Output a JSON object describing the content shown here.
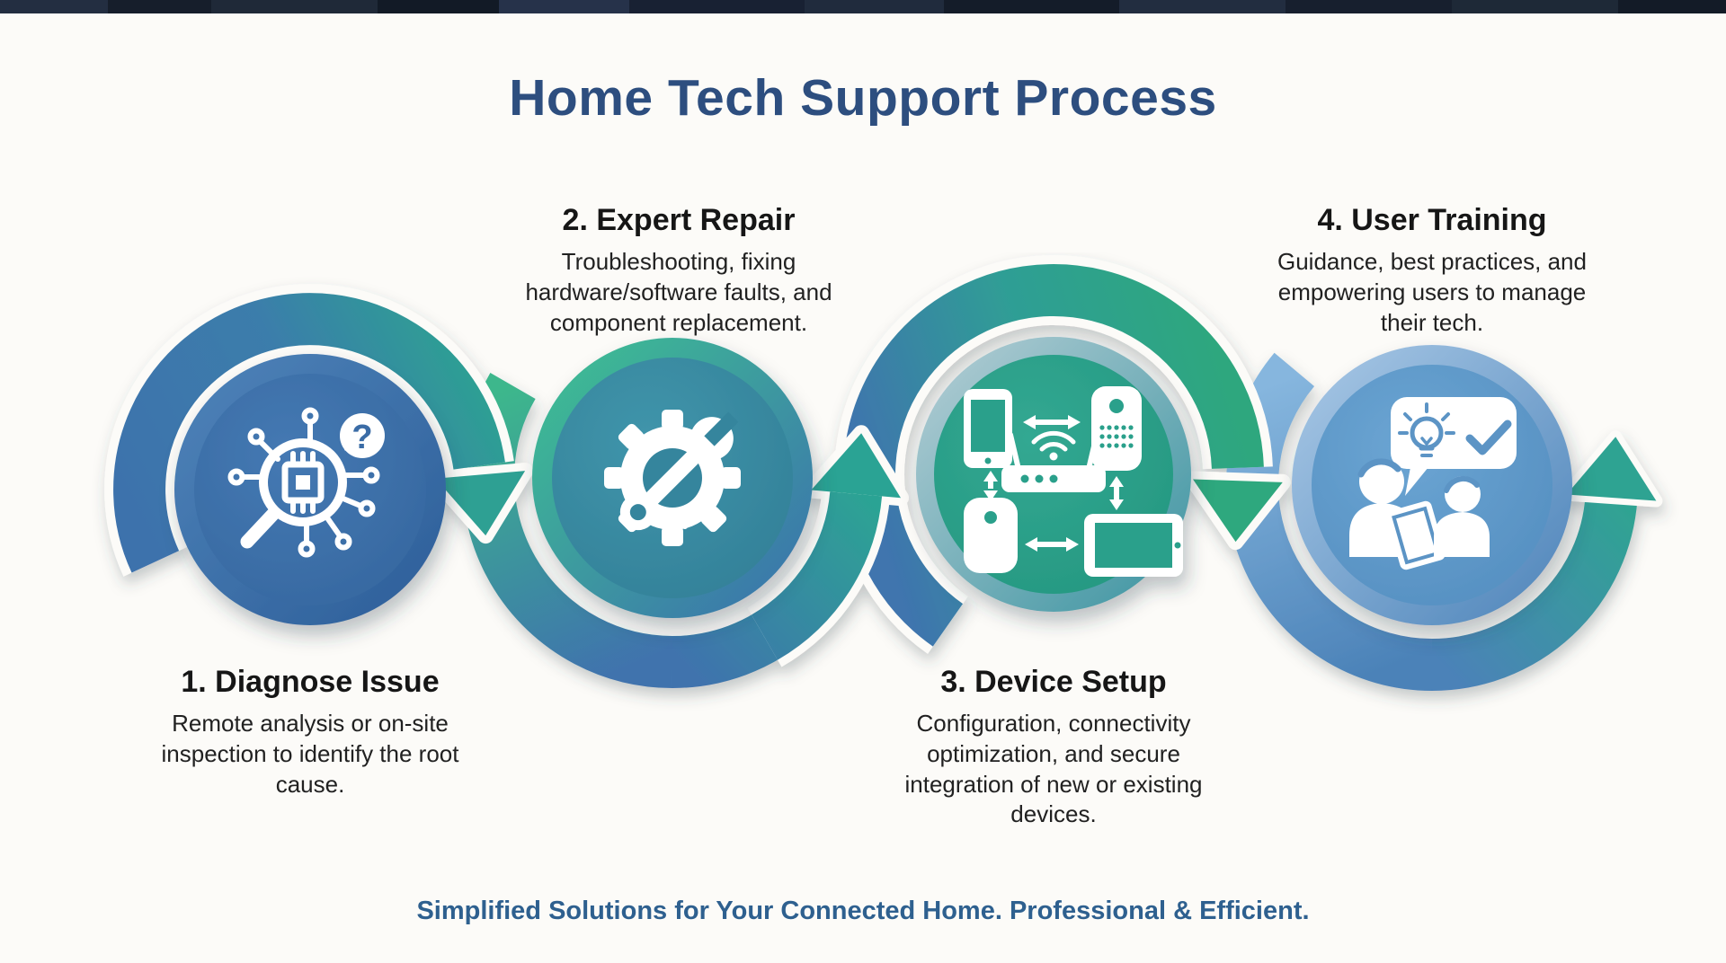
{
  "palette": {
    "background": "#fcfbf8",
    "top_strip": "#1b2433",
    "title_blue": "#2d4e7f",
    "footer_blue": "#2e608f",
    "arc_blue": "#3e72ac",
    "arc_teal": "#2da093",
    "arc_green": "#2fa87e",
    "arc_spring_green": "#3cb78c",
    "arc_light_blue": "#86b6de",
    "circle1_blue": "#3a6ca6",
    "circle2_teal": "#35859d",
    "circle3_green": "#2aa08b",
    "circle4_light_blue": "#5b94c5",
    "icon_white": "#ffffff"
  },
  "title": {
    "text": "Home Tech Support Process"
  },
  "steps": [
    {
      "heading": "1. Diagnose Issue",
      "description": "Remote analysis or on-site inspection to identify the root cause.",
      "icon": "magnifier-circuit-question-icon",
      "position": "bottom-left"
    },
    {
      "heading": "2. Expert Repair",
      "description": "Troubleshooting, fixing hardware/software faults, and component replacement.",
      "icon": "gear-wrench-icon",
      "position": "top-center"
    },
    {
      "heading": "3. Device Setup",
      "description": "Configuration, connectivity optimization, and secure integration of new or existing devices.",
      "icon": "connected-devices-icon",
      "position": "bottom-center"
    },
    {
      "heading": "4. User Training",
      "description": "Guidance, best practices, and empowering users to manage their tech.",
      "icon": "people-training-icon",
      "position": "top-right"
    }
  ],
  "glyphs": {
    "question_mark": "?"
  },
  "footer": {
    "text": "Simplified Solutions for Your Connected Home. Professional & Efficient."
  }
}
